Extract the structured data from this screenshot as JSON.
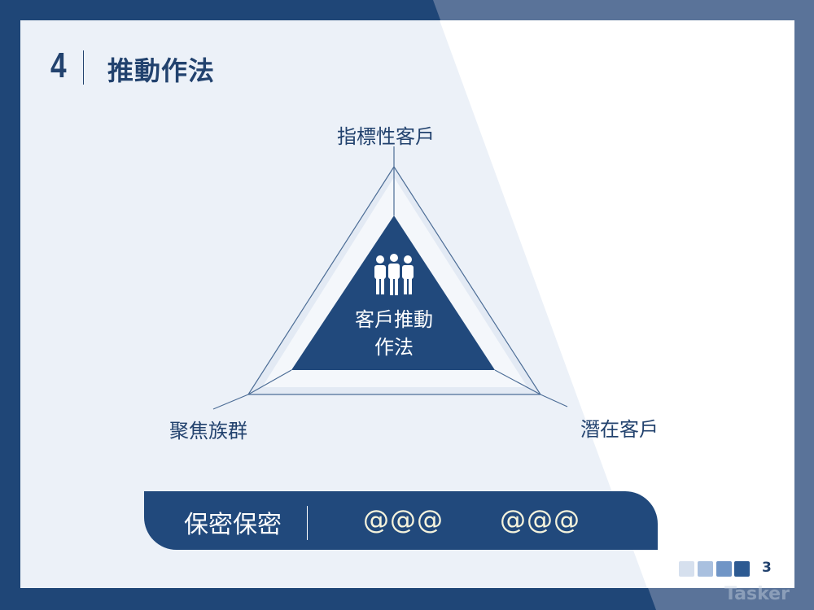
{
  "header": {
    "section_number": "4",
    "title": "推動作法"
  },
  "diagram": {
    "top_label": "指標性客戶",
    "left_label": "聚焦族群",
    "right_label": "潛在客戶",
    "center_line1": "客戶推動",
    "center_line2": "作法",
    "center_icon": "people-group-icon"
  },
  "footer_bar": {
    "label": "保密保密",
    "value1": "@@@",
    "value2": "@@@"
  },
  "pagination": {
    "page_number": "3",
    "colors": [
      "#d6e0ee",
      "#a9c0df",
      "#7095c6",
      "#2d5a92"
    ]
  },
  "watermark": "Tasker",
  "colors": {
    "primary": "#1f4677",
    "secondary": "#5a7399",
    "panel": "#ecf1f8"
  }
}
